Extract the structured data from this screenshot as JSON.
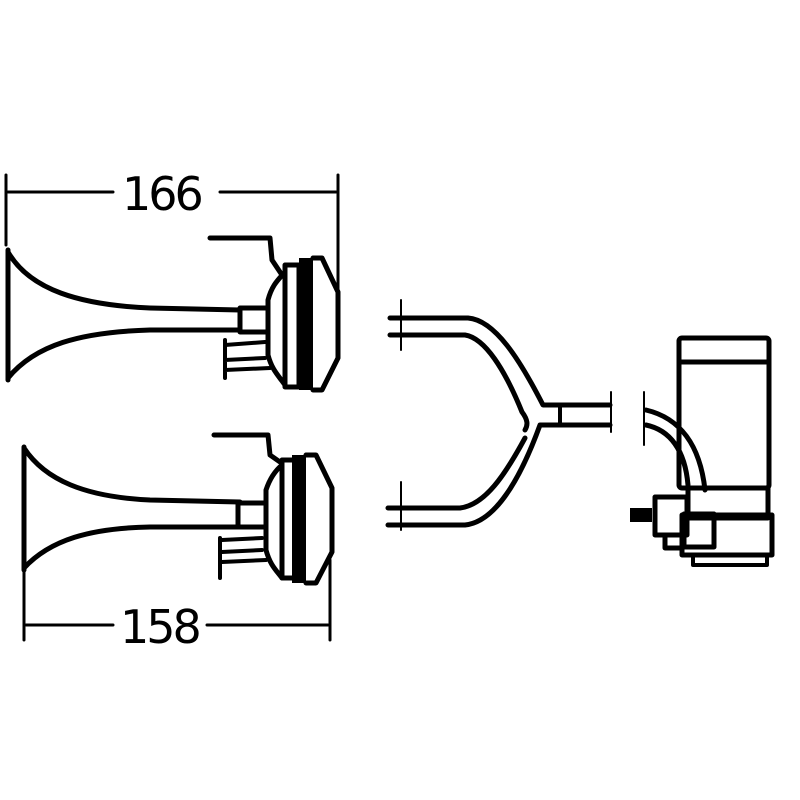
{
  "diagram": {
    "type": "technical-line-drawing",
    "subject": "twin air horn set with hose and compressor",
    "colors": {
      "line": "#000000",
      "background": "#ffffff"
    },
    "dimensions": {
      "upper_horn_length": "166",
      "lower_horn_length": "158"
    },
    "components": [
      {
        "id": "upper-horn",
        "label": "Long trumpet horn"
      },
      {
        "id": "lower-horn",
        "label": "Short trumpet horn"
      },
      {
        "id": "y-hose",
        "label": "Y-splitter air hose"
      },
      {
        "id": "compressor",
        "label": "Air compressor"
      }
    ]
  }
}
